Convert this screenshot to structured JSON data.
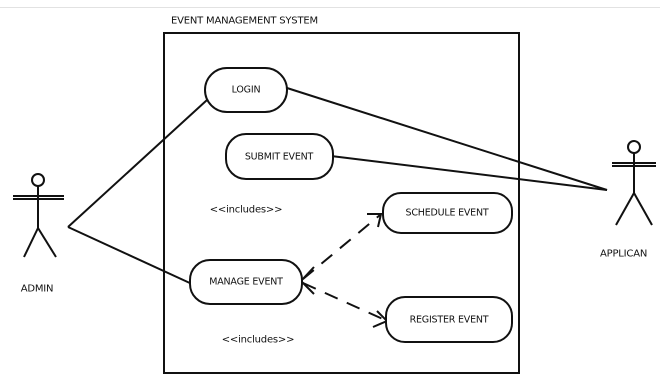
{
  "system": {
    "title": "EVENT MANAGEMENT SYSTEM"
  },
  "actors": {
    "admin": {
      "label": "ADMIN"
    },
    "applicant": {
      "label": "APPLICAN"
    }
  },
  "use_cases": {
    "login": {
      "label": "LOGIN"
    },
    "submit_event": {
      "label": "SUBMIT EVENT"
    },
    "manage_event": {
      "label": "MANAGE EVENT"
    },
    "schedule_event": {
      "label": "SCHEDULE EVENT"
    },
    "register_event": {
      "label": "REGISTER EVENT"
    }
  },
  "relations": {
    "includes_upper": "<<includes>>",
    "includes_lower": "<<includes>>"
  },
  "colors": {
    "stroke": "#111111",
    "background": "#ffffff"
  }
}
